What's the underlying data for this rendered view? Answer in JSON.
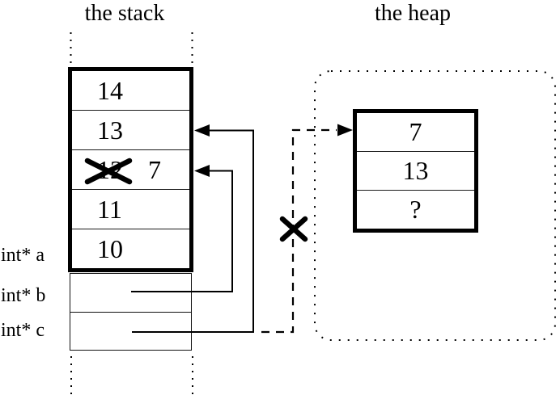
{
  "diagram": {
    "title_stack": "the stack",
    "title_heap": "the heap",
    "stack_cells": [
      {
        "value": "14"
      },
      {
        "value": "13"
      },
      {
        "value": "12",
        "crossed_out": true,
        "overwrite_value": "7"
      },
      {
        "value": "11"
      },
      {
        "value": "10"
      }
    ],
    "pointer_labels": [
      {
        "label": "int* a"
      },
      {
        "label": "int* b"
      },
      {
        "label": "int* c"
      }
    ],
    "heap_cells": [
      {
        "value": "7"
      },
      {
        "value": "13"
      },
      {
        "value": "?"
      }
    ],
    "edges": [
      {
        "name": "b-to-stack-cell",
        "style": "solid-arrow",
        "from": "int* b row",
        "to": "stack cell with crossed 12 / 7"
      },
      {
        "name": "c-to-stack-cell",
        "style": "solid-arrow",
        "from": "int* c row",
        "to": "stack cell 13"
      },
      {
        "name": "old-pointer-to-heap",
        "style": "dashed-arrow",
        "crossed_out": true,
        "to": "heap cell 7"
      }
    ],
    "colors": {
      "ink": "#000000",
      "background": "#ffffff",
      "thin_line": "#1a1a1a"
    }
  }
}
